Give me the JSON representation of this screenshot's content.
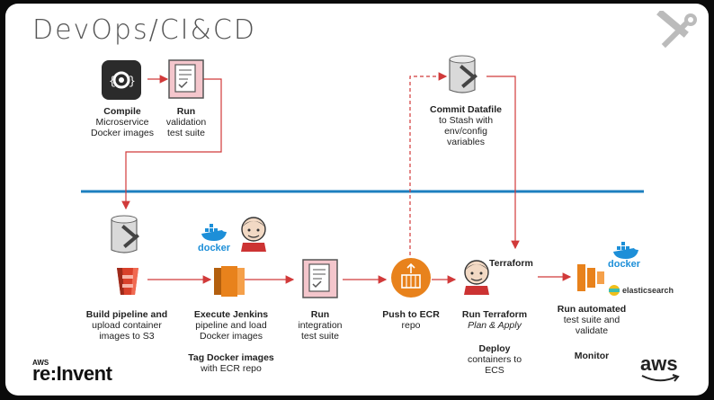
{
  "title": "DevOps/CI&CD",
  "steps": {
    "compile": {
      "bold": "Compile",
      "lines": [
        "Microservice",
        "Docker images"
      ]
    },
    "validation": {
      "bold": "Run",
      "lines": [
        "validation",
        "test suite"
      ]
    },
    "commit": {
      "bold": "Commit Datafile",
      "lines": [
        "to Stash with",
        "env/config",
        "variables"
      ]
    },
    "build": {
      "bold": "Build pipeline and",
      "lines": [
        "upload container",
        "images to S3"
      ]
    },
    "jenkins": {
      "bold": "Execute Jenkins",
      "lines": [
        "pipeline and load",
        "Docker images"
      ],
      "bold2": "Tag Docker images",
      "lines2": [
        "with ECR repo"
      ]
    },
    "integration": {
      "bold": "Run",
      "lines": [
        "integration",
        "test suite"
      ]
    },
    "push": {
      "bold": "Push to ECR",
      "lines": [
        "repo"
      ]
    },
    "terraform": {
      "bold": "Run Terraform",
      "italic": "Plan & Apply",
      "bold2": "Deploy",
      "lines2": [
        "containers to",
        "ECS"
      ]
    },
    "automated": {
      "bold": "Run automated",
      "lines": [
        "test suite and",
        "validate"
      ],
      "bold2": "Monitor"
    }
  },
  "icon_words": {
    "docker_1": "docker",
    "docker_2": "docker",
    "terraform": "Terraform",
    "elasticsearch": "elasticsearch"
  },
  "branding": {
    "aws_small": "AWS",
    "reinvent": "re:Invent",
    "aws_logo": "aws"
  },
  "colors": {
    "divider": "#1d7fbf",
    "arrow": "#d13a3a",
    "s3": "#d9412b",
    "ec2": "#e8821c",
    "ecr": "#e8821c",
    "docker": "#1d8fd8"
  }
}
